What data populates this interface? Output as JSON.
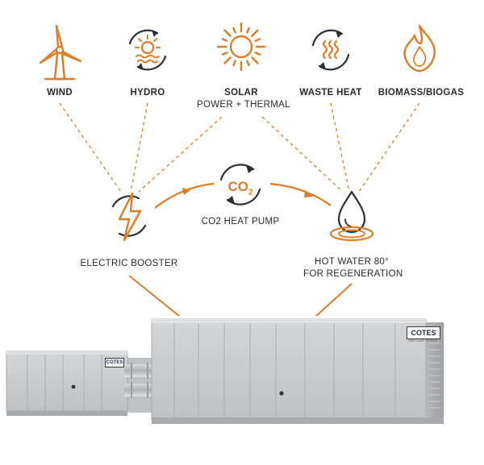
{
  "sources": [
    {
      "id": "wind",
      "label": "WIND",
      "icon": "wind-turbine-icon"
    },
    {
      "id": "hydro",
      "label": "HYDRO",
      "icon": "hydro-wheel-icon"
    },
    {
      "id": "solar",
      "label": "SOLAR",
      "sublabel": "POWER + THERMAL",
      "icon": "sun-icon"
    },
    {
      "id": "waste_heat",
      "label": "WASTE HEAT",
      "icon": "waste-heat-icon"
    },
    {
      "id": "biomass",
      "label": "BIOMASS/BIOGAS",
      "icon": "flame-icon"
    }
  ],
  "hub": {
    "electric_booster": {
      "label": "ELECTRIC BOOSTER",
      "icon": "lightning-bolt-icon"
    },
    "heat_pump": {
      "symbol": "CO",
      "subscript": "2",
      "label": "CO2 HEAT PUMP",
      "icon": "co2-cycle-icon"
    },
    "hot_water": {
      "label_line1": "HOT WATER 80°",
      "label_line2": "FOR REGENERATION",
      "icon": "water-drop-icon"
    }
  },
  "equipment": {
    "brand": "COTES",
    "tagline": "DESICCANT DRYERS"
  },
  "colors": {
    "accent": "#e07b26",
    "icon_dark": "#2a2f36",
    "cabinet": "#c9cbcc",
    "cabinet_dark": "#a9acae"
  }
}
